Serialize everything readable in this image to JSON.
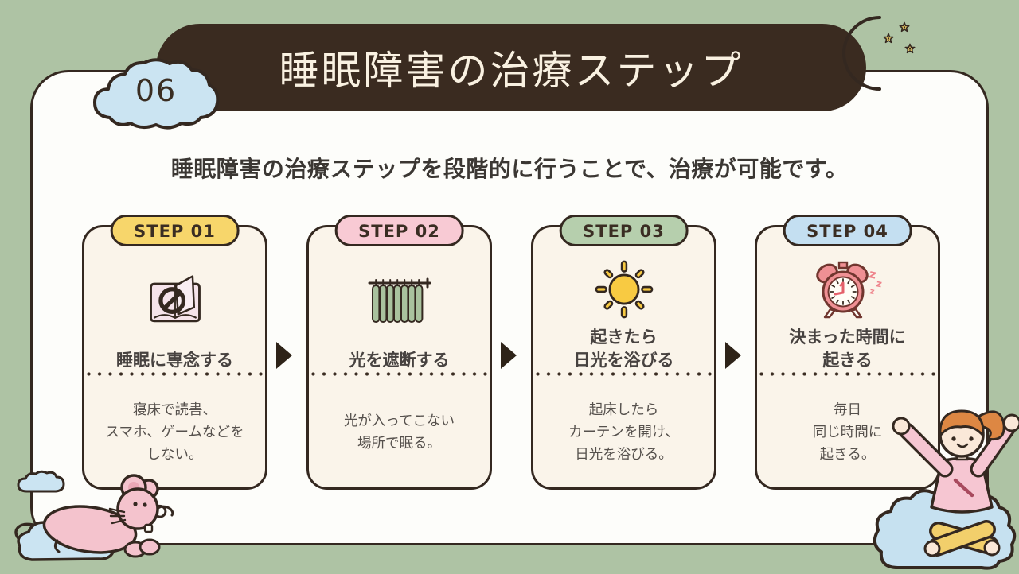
{
  "slide": {
    "number_badge": "06",
    "title": "睡眠障害の治療ステップ",
    "subtitle": "睡眠障害の治療ステップを段階的に行うことで、治療が可能です。"
  },
  "steps": [
    {
      "label": "STEP 01",
      "icon": "banned-book-icon",
      "badge_color": "#f7d66b",
      "title": "睡眠に専念する",
      "description": "寝床で読書、\nスマホ、ゲームなどを\nしない。"
    },
    {
      "label": "STEP 02",
      "icon": "curtain-icon",
      "badge_color": "#f8cad4",
      "title": "光を遮断する",
      "description": "光が入ってこない\n場所で眠る。"
    },
    {
      "label": "STEP 03",
      "icon": "sun-icon",
      "badge_color": "#b6cfad",
      "title": "起きたら\n日光を浴びる",
      "description": "起床したら\nカーテンを開け、\n日光を浴びる。"
    },
    {
      "label": "STEP 04",
      "icon": "alarm-clock-icon",
      "badge_color": "#c4dff1",
      "title": "決まった時間に\n起きる",
      "description": "毎日\n同じ時間に\n起きる。"
    }
  ],
  "decorations": [
    "cloud-number-badge",
    "crescent-moon",
    "stars",
    "triangle-step-arrows",
    "mouse-lying-on-cloud",
    "squiggle",
    "girl-stretching-on-cloud"
  ],
  "colors": {
    "background": "#aec3a4",
    "panel": "#fdfdfa",
    "header_banner": "#3a2b20",
    "title_text": "#f9f1e1",
    "card_background": "#faf4ea",
    "outline_dark": "#342820",
    "step1_badge": "#f7d66b",
    "step2_badge": "#f8cad4",
    "step3_badge": "#b6cfad",
    "step4_badge": "#c4dff1",
    "cloud_blue": "#cbe4f2",
    "moon_yellow": "#f7df85",
    "mouse_pink": "#f4c3cd",
    "curtain_green": "#a9c29e",
    "sun_yellow": "#f8ca42",
    "clock_pink": "#ef9094"
  }
}
